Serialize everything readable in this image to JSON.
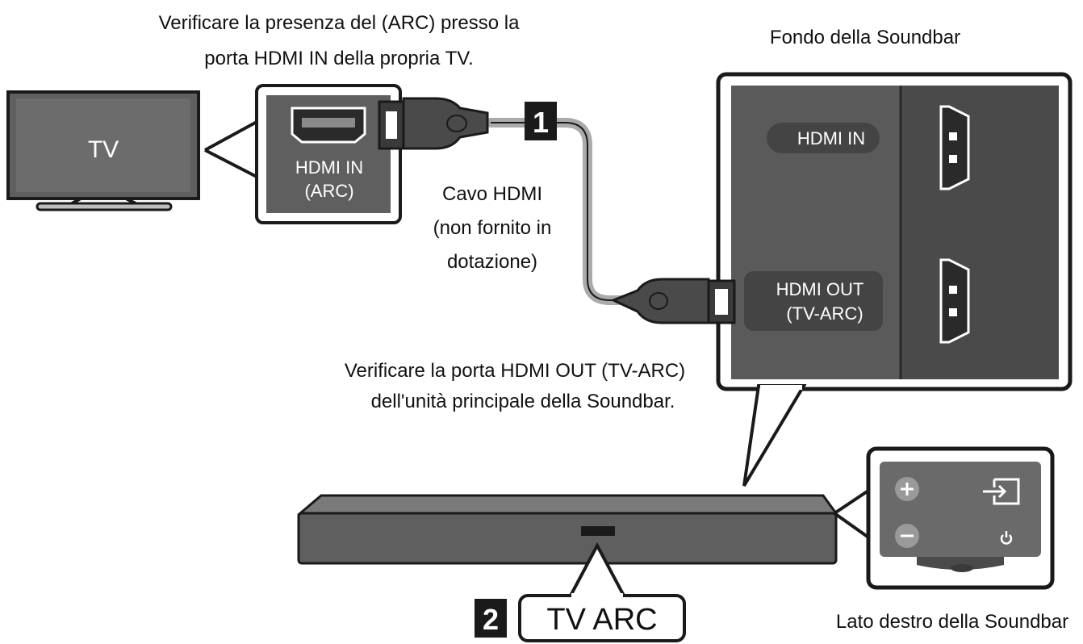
{
  "labels": {
    "tv_check_line1": "Verificare la presenza del (ARC) presso la",
    "tv_check_line2": "porta HDMI IN della propria TV.",
    "soundbar_bottom": "Fondo della Soundbar",
    "tv": "TV",
    "tv_port_line1": "HDMI IN",
    "tv_port_line2": "(ARC)",
    "cable_line1": "Cavo HDMI",
    "cable_line2": "(non fornito in",
    "cable_line3": "dotazione)",
    "soundbar_hdmi_in": "HDMI IN",
    "soundbar_hdmi_out_line1": "HDMI OUT",
    "soundbar_hdmi_out_line2": "(TV-ARC)",
    "soundbar_check_line1": "Verificare la porta HDMI OUT (TV-ARC)",
    "soundbar_check_line2": "dell'unità principale della Soundbar.",
    "soundbar_right_side": "Lato destro della Soundbar",
    "tv_arc_display": "TV ARC"
  },
  "steps": {
    "step1": "1",
    "step2": "2"
  },
  "icons": {
    "volume_up": "plus-icon",
    "volume_down": "minus-icon",
    "source": "source-input-icon",
    "power": "power-icon"
  },
  "colors": {
    "dark_panel": "#5f5f5f",
    "darker_panel": "#4a4a4a",
    "outline": "#1a1a1a",
    "cable": "#aaaaaa",
    "connector": "#3a3a3a"
  }
}
